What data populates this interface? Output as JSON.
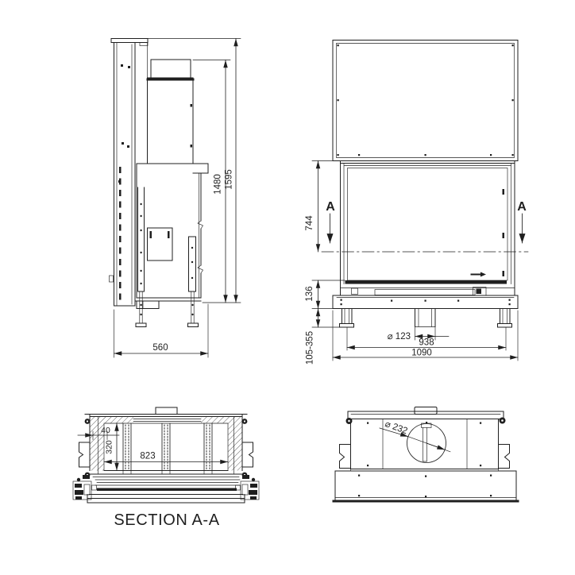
{
  "side_view": {
    "dim_flue_height": "1480",
    "dim_total_height": "1595",
    "dim_depth": "560"
  },
  "front_view": {
    "section_label_left": "A",
    "section_label_right": "A",
    "dim_firebox_height": "744",
    "dim_base_height": "136",
    "dim_leg_adjust": "105-355",
    "dim_duct_diameter": "⌀ 123",
    "dim_feet_span": "938",
    "dim_overall_width": "1090"
  },
  "section_view": {
    "dim_wall_gap": "40",
    "dim_inner_depth": "320",
    "dim_inner_width": "823",
    "title": "SECTION A-A"
  },
  "top_view": {
    "dim_flue_diameter": "⌀ 232"
  }
}
